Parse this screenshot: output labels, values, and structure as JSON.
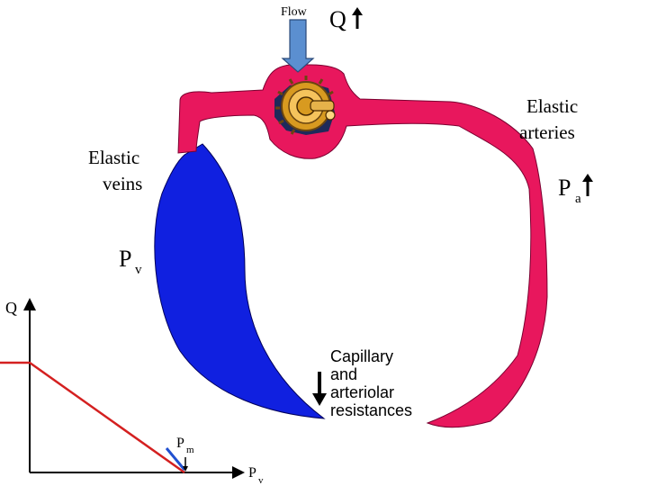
{
  "labels": {
    "flow": "Flow",
    "q_top": "Q",
    "elastic_arteries_1": "Elastic",
    "elastic_arteries_2": "arteries",
    "elastic_veins_1": "Elastic",
    "elastic_veins_2": "veins",
    "pa_main": "P",
    "pa_sub": "a",
    "pv_main": "P",
    "pv_sub": "v",
    "resist_1": "Capillary",
    "resist_2": "and",
    "resist_3": "arteriolar",
    "resist_4": "resistances",
    "graph_y_axis": "Q",
    "graph_pm_main": "P",
    "graph_pm_sub": "m",
    "graph_x_main": "P",
    "graph_x_sub": "v"
  },
  "colors": {
    "arteries": "#e8175d",
    "veins": "#1020e0",
    "pump_gear": "#d89a20",
    "pump_base": "#1e2a5a",
    "flow_arrow": "#5b8fd0",
    "curve_red": "#d42020",
    "curve_blue": "#2050d0"
  },
  "icons": [
    "flow-arrow-icon",
    "pump-gear-icon",
    "up-arrow-icon",
    "down-arrow-icon"
  ]
}
